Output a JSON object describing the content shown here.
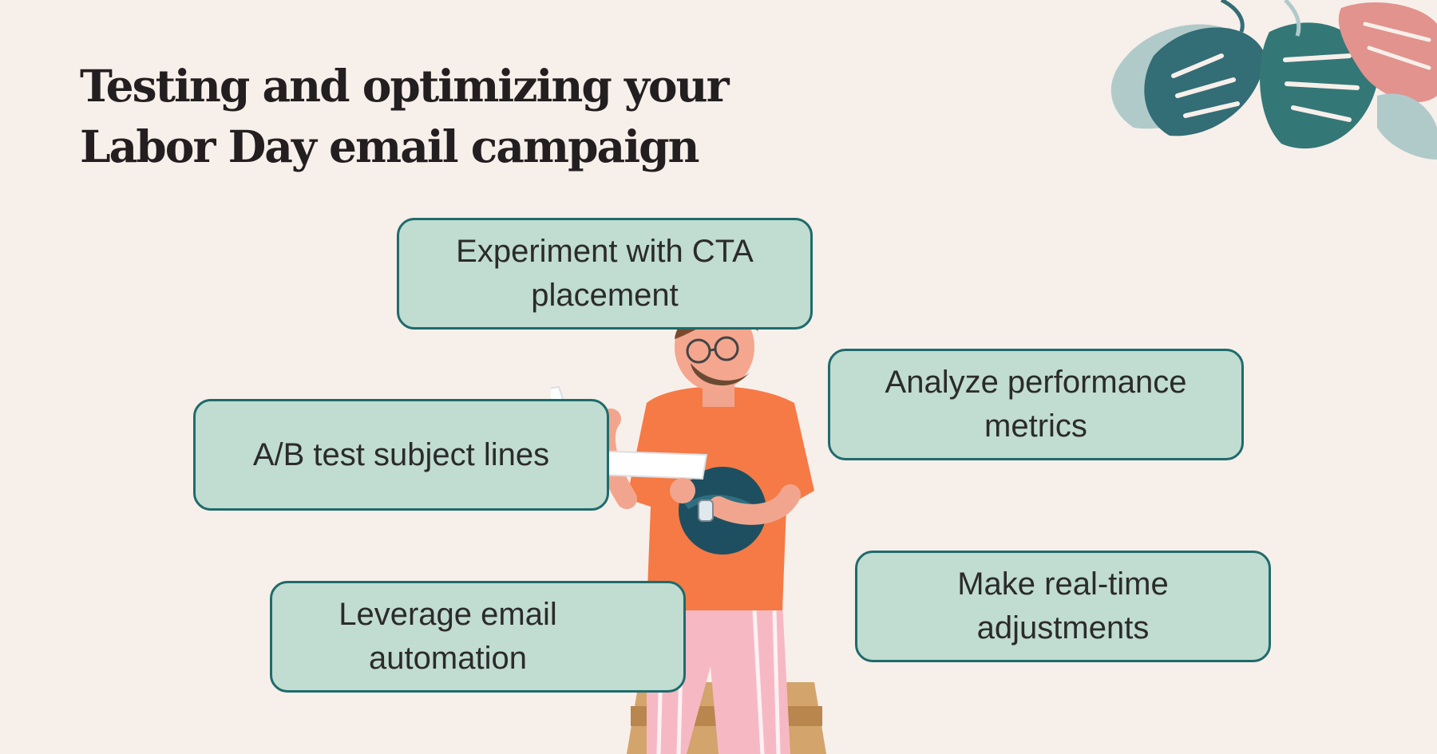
{
  "title": {
    "line1": "Testing and optimizing your",
    "line2": "Labor Day email campaign"
  },
  "cards": {
    "cta": "Experiment with CTA placement",
    "ab_test": "A/B test subject lines",
    "analyze": "Analyze performance metrics",
    "automation": "Leverage email automation",
    "adjustments": "Make real-time adjustments"
  },
  "colors": {
    "background": "#f7efea",
    "card_fill": "#c1dcd1",
    "card_border": "#1f6b6b",
    "text": "#231f20"
  }
}
